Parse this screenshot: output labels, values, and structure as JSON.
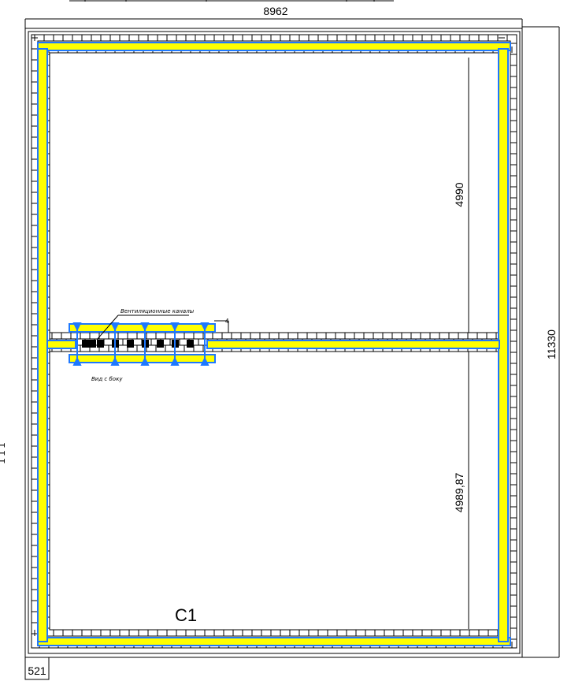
{
  "drawing": {
    "dims": {
      "width_top": "8962",
      "height_right": "11330",
      "upper_room": "4990",
      "lower_room": "4989,87",
      "corner": "521",
      "partition_mark": "4"
    },
    "room_label": "С1",
    "annotations": {
      "ventilation": "Вентиляционные каналы",
      "view": "Вид с боку",
      "left_fragment": "1  1 1"
    },
    "colors": {
      "line": "#000000",
      "insulation_fill": "#ffff00",
      "insulation_stroke": "#1e78ff",
      "background": "#ffffff"
    }
  }
}
